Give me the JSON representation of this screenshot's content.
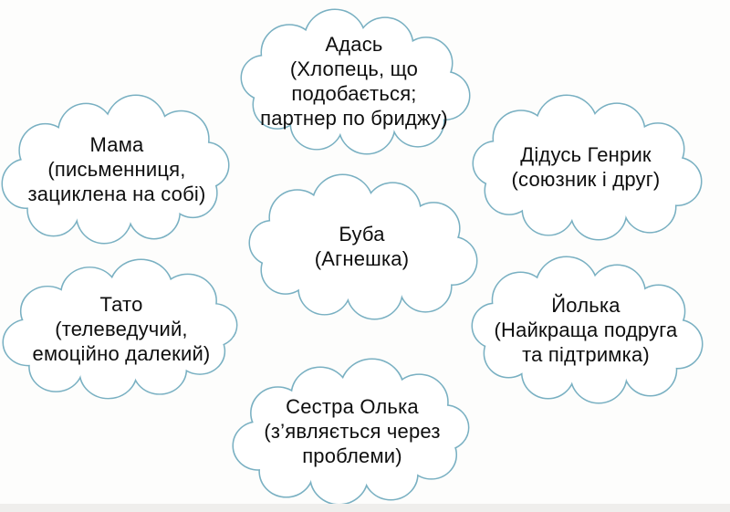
{
  "canvas": {
    "background": "#fdfdfc",
    "bottom_strip_color": "#efeeec"
  },
  "diagram": {
    "type": "cloud-map",
    "stroke_color": "#79b0c2",
    "cloud_fill": "#ffffff",
    "text_color": "#0e0e0e",
    "clouds": [
      {
        "id": "adas",
        "lines": [
          "Адась",
          "(Хлопець, що",
          "подобається;",
          "партнер по бриджу)"
        ]
      },
      {
        "id": "mama",
        "lines": [
          "Мама",
          "(письменниця,",
          "зациклена на собі)"
        ]
      },
      {
        "id": "didus-henryk",
        "lines": [
          "Дідусь Генрик",
          "(союзник і друг)"
        ]
      },
      {
        "id": "buba",
        "lines": [
          "Буба",
          "(Агнешка)"
        ]
      },
      {
        "id": "tato",
        "lines": [
          "Тато",
          "(телеведучий,",
          "емоційно далекий)"
        ]
      },
      {
        "id": "yolka",
        "lines": [
          "Йолька",
          "(Найкраща подруга",
          "та підтримка)"
        ]
      },
      {
        "id": "sestra-olka",
        "lines": [
          "Сестра Олька",
          "(з’являється через",
          "проблеми)"
        ]
      }
    ]
  }
}
